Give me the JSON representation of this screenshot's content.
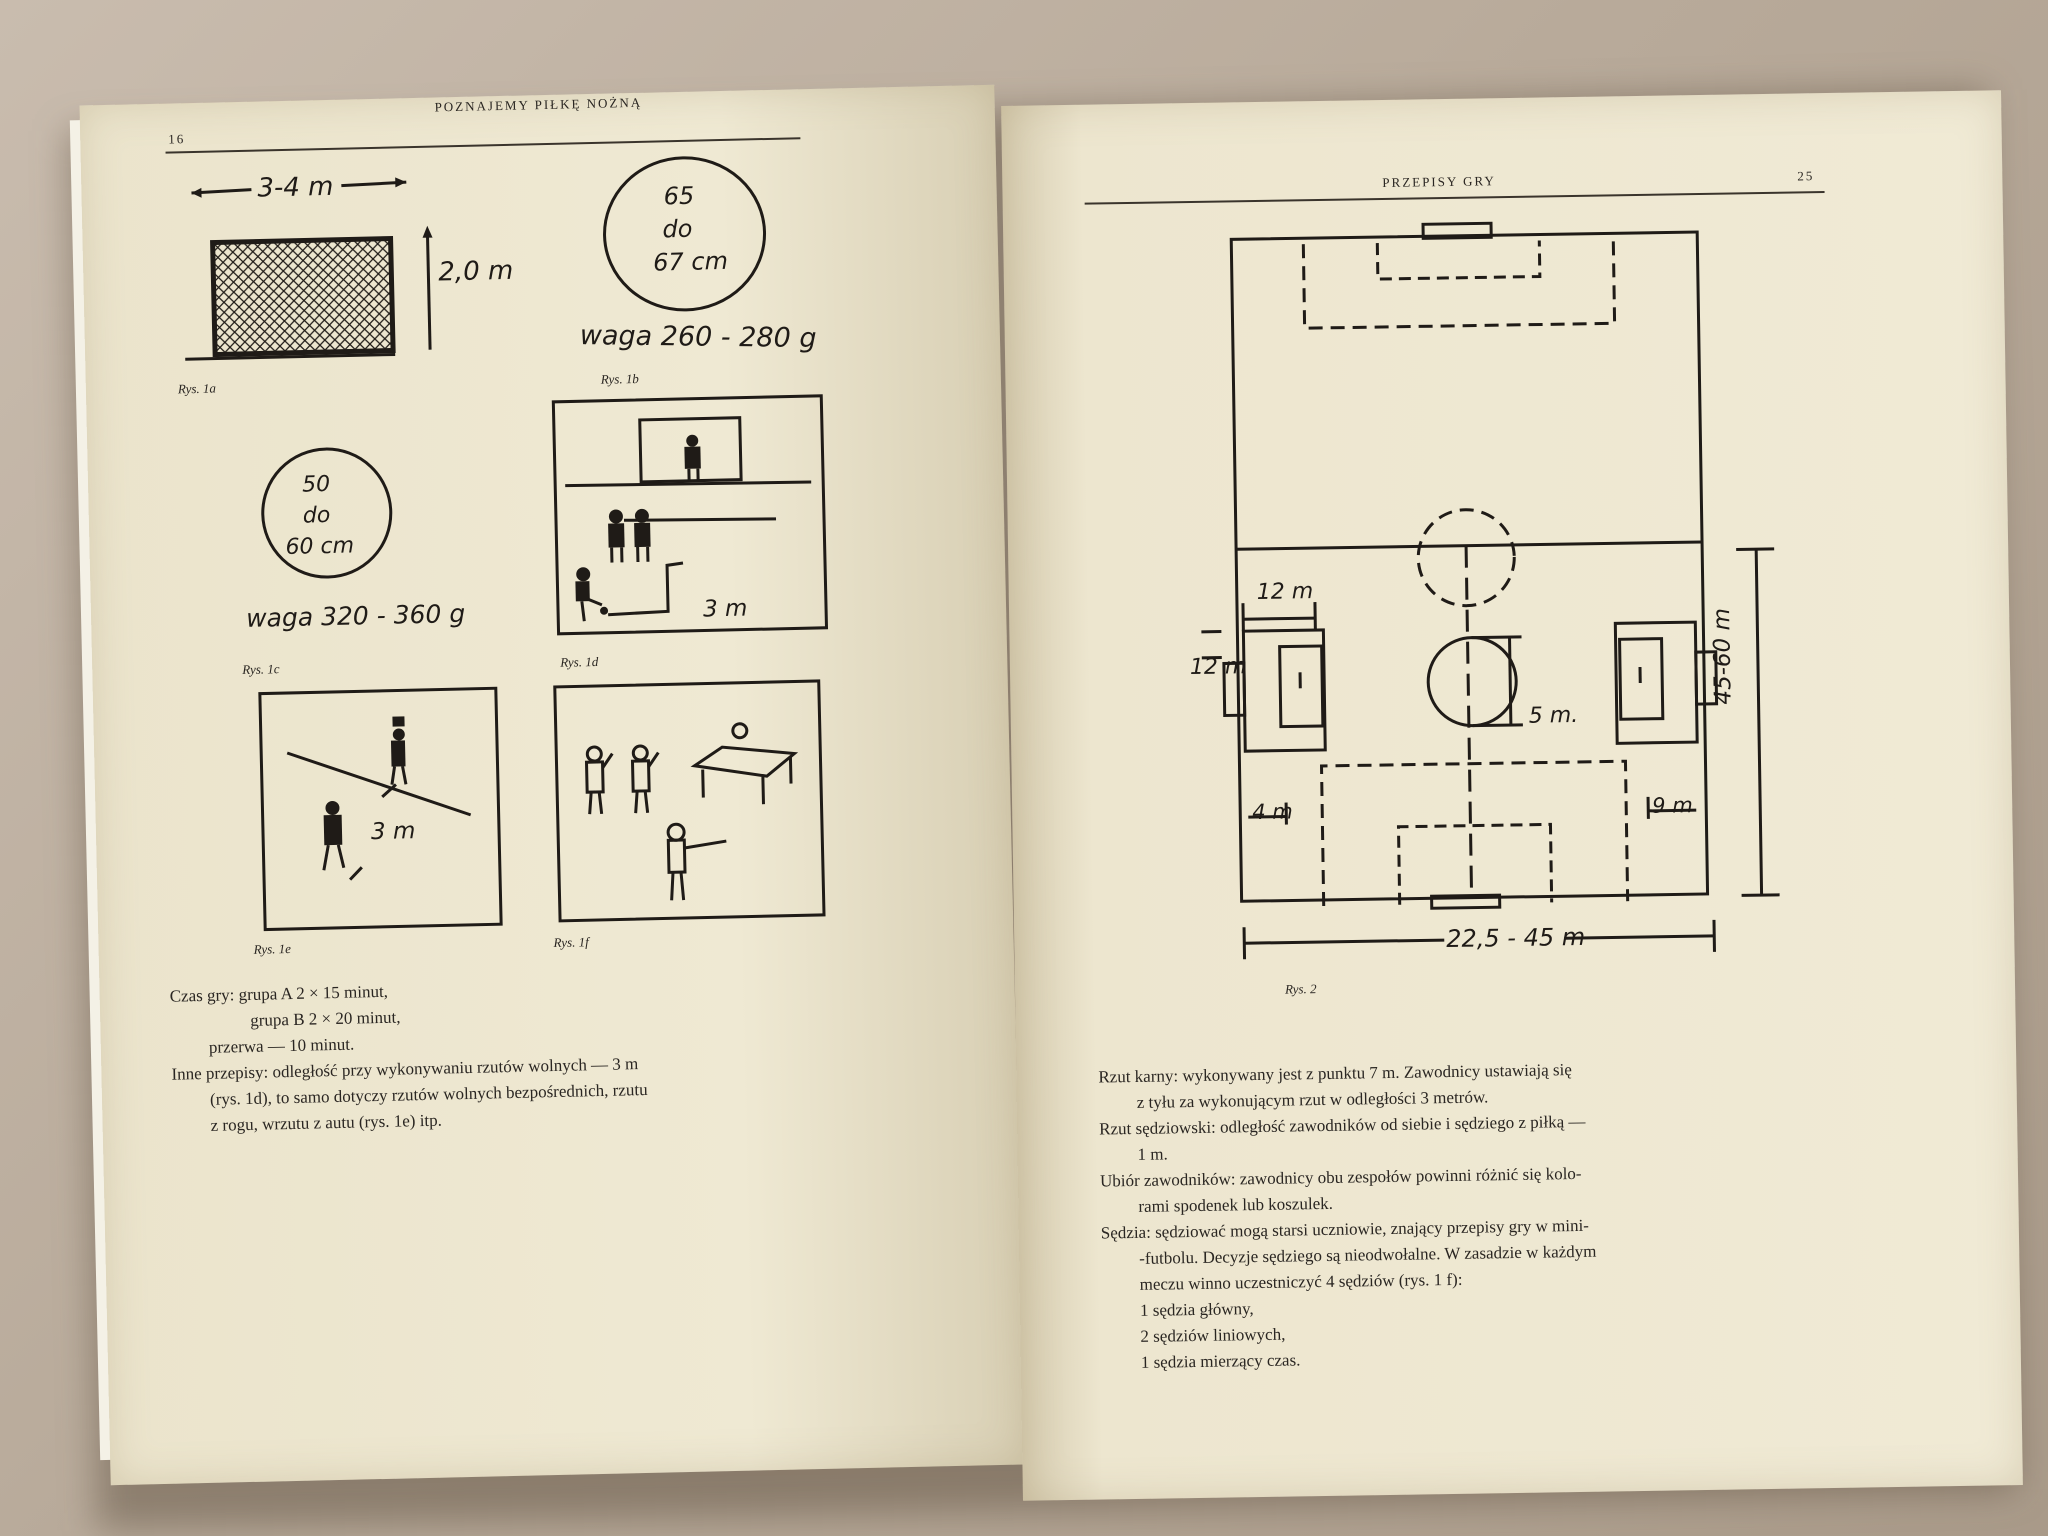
{
  "left_page": {
    "page_number": "16",
    "running_head": "POZNAJEMY PIŁKĘ NOŻNĄ",
    "fig1a": {
      "width_label": "3-4 m",
      "height_label": "2,0 m",
      "caption": "Rys. 1a"
    },
    "fig1b": {
      "ball_line1": "65",
      "ball_line2": "do",
      "ball_line3": "67 cm",
      "weight": "waga 260 - 280 g",
      "caption": "Rys. 1b"
    },
    "fig1c": {
      "ball_line1": "50",
      "ball_line2": "do",
      "ball_line3": "60 cm",
      "weight": "waga 320 - 360 g",
      "caption": "Rys. 1c"
    },
    "fig1d": {
      "distance": "3 m",
      "caption": "Rys. 1d"
    },
    "fig1e": {
      "distance": "3 m",
      "caption": "Rys. 1e"
    },
    "fig1f": {
      "caption": "Rys. 1f"
    },
    "text_lines": [
      "Czas gry: grupa A 2 × 15 minut,",
      "grupa B 2 × 20 minut,",
      "przerwa — 10 minut.",
      "Inne przepisy: odległość przy wykonywaniu rzutów wolnych — 3 m",
      "(rys. 1d), to samo dotyczy rzutów wolnych bezpośrednich, rzutu",
      "z rogu, wrzutu z autu (rys. 1e) itp."
    ]
  },
  "right_page": {
    "page_number": "25",
    "running_head": "PRZEPISY GRY",
    "fig2": {
      "caption": "Rys. 2",
      "labels": {
        "goal_area_width": "12 m",
        "goal_area_depth": "12 m",
        "center_circle": "5 m.",
        "left_zone": "4 m",
        "right_zone": "9 m",
        "length": "45-60 m",
        "width": "22,5 - 45 m"
      }
    },
    "text_lines": [
      "Rzut karny: wykonywany jest z punktu 7 m. Zawodnicy ustawiają się",
      "z tyłu za wykonującym rzut w odległości 3 metrów.",
      "Rzut sędziowski: odległość zawodników od siebie i sędziego z piłką —",
      "1 m.",
      "Ubiór zawodników: zawodnicy obu zespołów powinni różnić się kolo-",
      "rami spodenek lub koszulek.",
      "Sędzia: sędziować mogą starsi uczniowie, znający przepisy gry w mini-",
      "-futbolu. Decyzje sędziego są nieodwołalne. W zasadzie w każdym",
      "meczu winno uczestniczyć 4 sędziów (rys. 1 f):",
      "1 sędzia główny,",
      "2 sędziów liniowych,",
      "1 sędzia mierzący czas."
    ]
  }
}
